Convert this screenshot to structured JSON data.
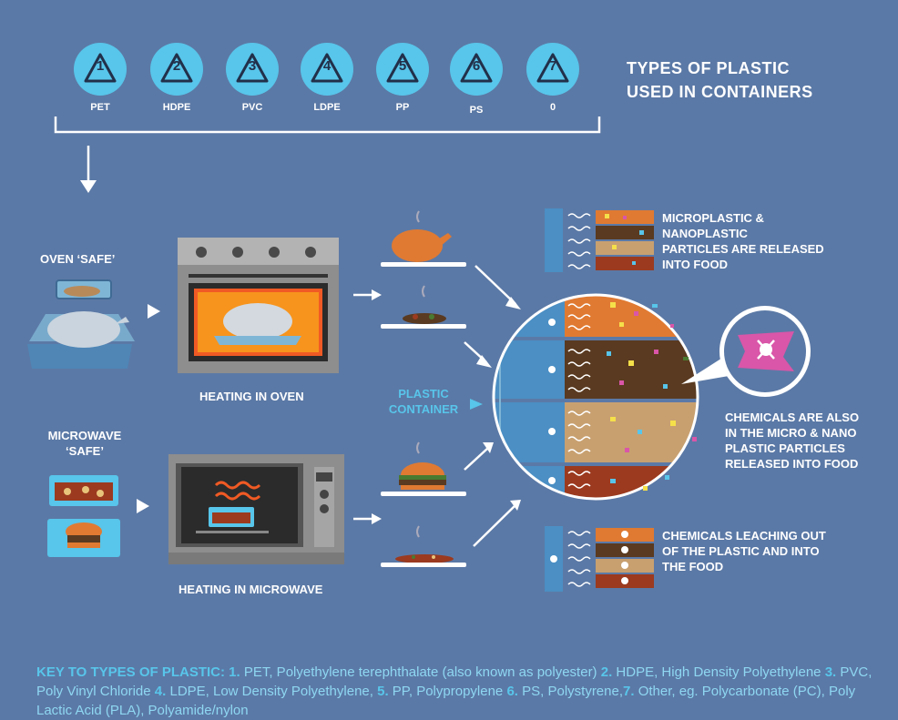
{
  "header": {
    "title_line1": "TYPES OF PLASTIC",
    "title_line2": "USED IN CONTAINERS"
  },
  "codes": [
    {
      "number": "1",
      "label": "PET"
    },
    {
      "number": "2",
      "label": "HDPE"
    },
    {
      "number": "3",
      "label": "PVC"
    },
    {
      "number": "4",
      "label": "LDPE"
    },
    {
      "number": "5",
      "label": "PP"
    },
    {
      "number": "6",
      "label": "PS"
    },
    {
      "number": "7",
      "label": "0"
    }
  ],
  "oven": {
    "label": "OVEN ‘SAFE’",
    "caption": "HEATING IN OVEN"
  },
  "microwave": {
    "label_line1": "MICROWAVE",
    "label_line2": "‘SAFE’",
    "caption": "HEATING IN MICROWAVE"
  },
  "container": {
    "label_line1": "PLASTIC",
    "label_line2": "CONTAINER"
  },
  "callouts": {
    "micro_line1": "MICROPLASTIC &",
    "micro_line2": "NANOPLASTIC",
    "micro_line3": "PARTICLES ARE RELEASED",
    "micro_line4": "INTO FOOD",
    "chem_line1": "CHEMICALS ARE ALSO",
    "chem_line2": "IN THE MICRO & NANO",
    "chem_line3": "PLASTIC PARTICLES",
    "chem_line4": "RELEASED INTO FOOD",
    "leach_line1": "CHEMICALS LEACHING OUT",
    "leach_line2": "OF  THE PLASTIC AND INTO",
    "leach_line3": "THE FOOD"
  },
  "key": {
    "heading": "KEY TO TYPES OF PLASTIC:",
    "n1": "1.",
    "t1": " PET, Polyethylene terephthalate (also known as polyester) ",
    "n2": "2.",
    "t2": " HDPE, High Density Polyethylene ",
    "n3": "3.",
    "t3": " PVC, Poly Vinyl Chloride ",
    "n4": "4.",
    "t4": " LDPE, Low Density Polyethylene, ",
    "n5": "5.",
    "t5": " PP, Polypropylene ",
    "n6": "6.",
    "t6": " PS, Polystyrene,",
    "n7": "7.",
    "t7": " Other, eg. Polycarbonate (PC), Poly Lactic Acid (PLA), Polyamide/nylon"
  },
  "colors": {
    "background": "#5b79a6",
    "accent_cyan": "#58c5ea",
    "food_orange": "#e07a32",
    "food_brown": "#5a3a20",
    "food_tan": "#c8a070",
    "food_red": "#9b3a1f",
    "hazard_pink": "#d956a8"
  }
}
